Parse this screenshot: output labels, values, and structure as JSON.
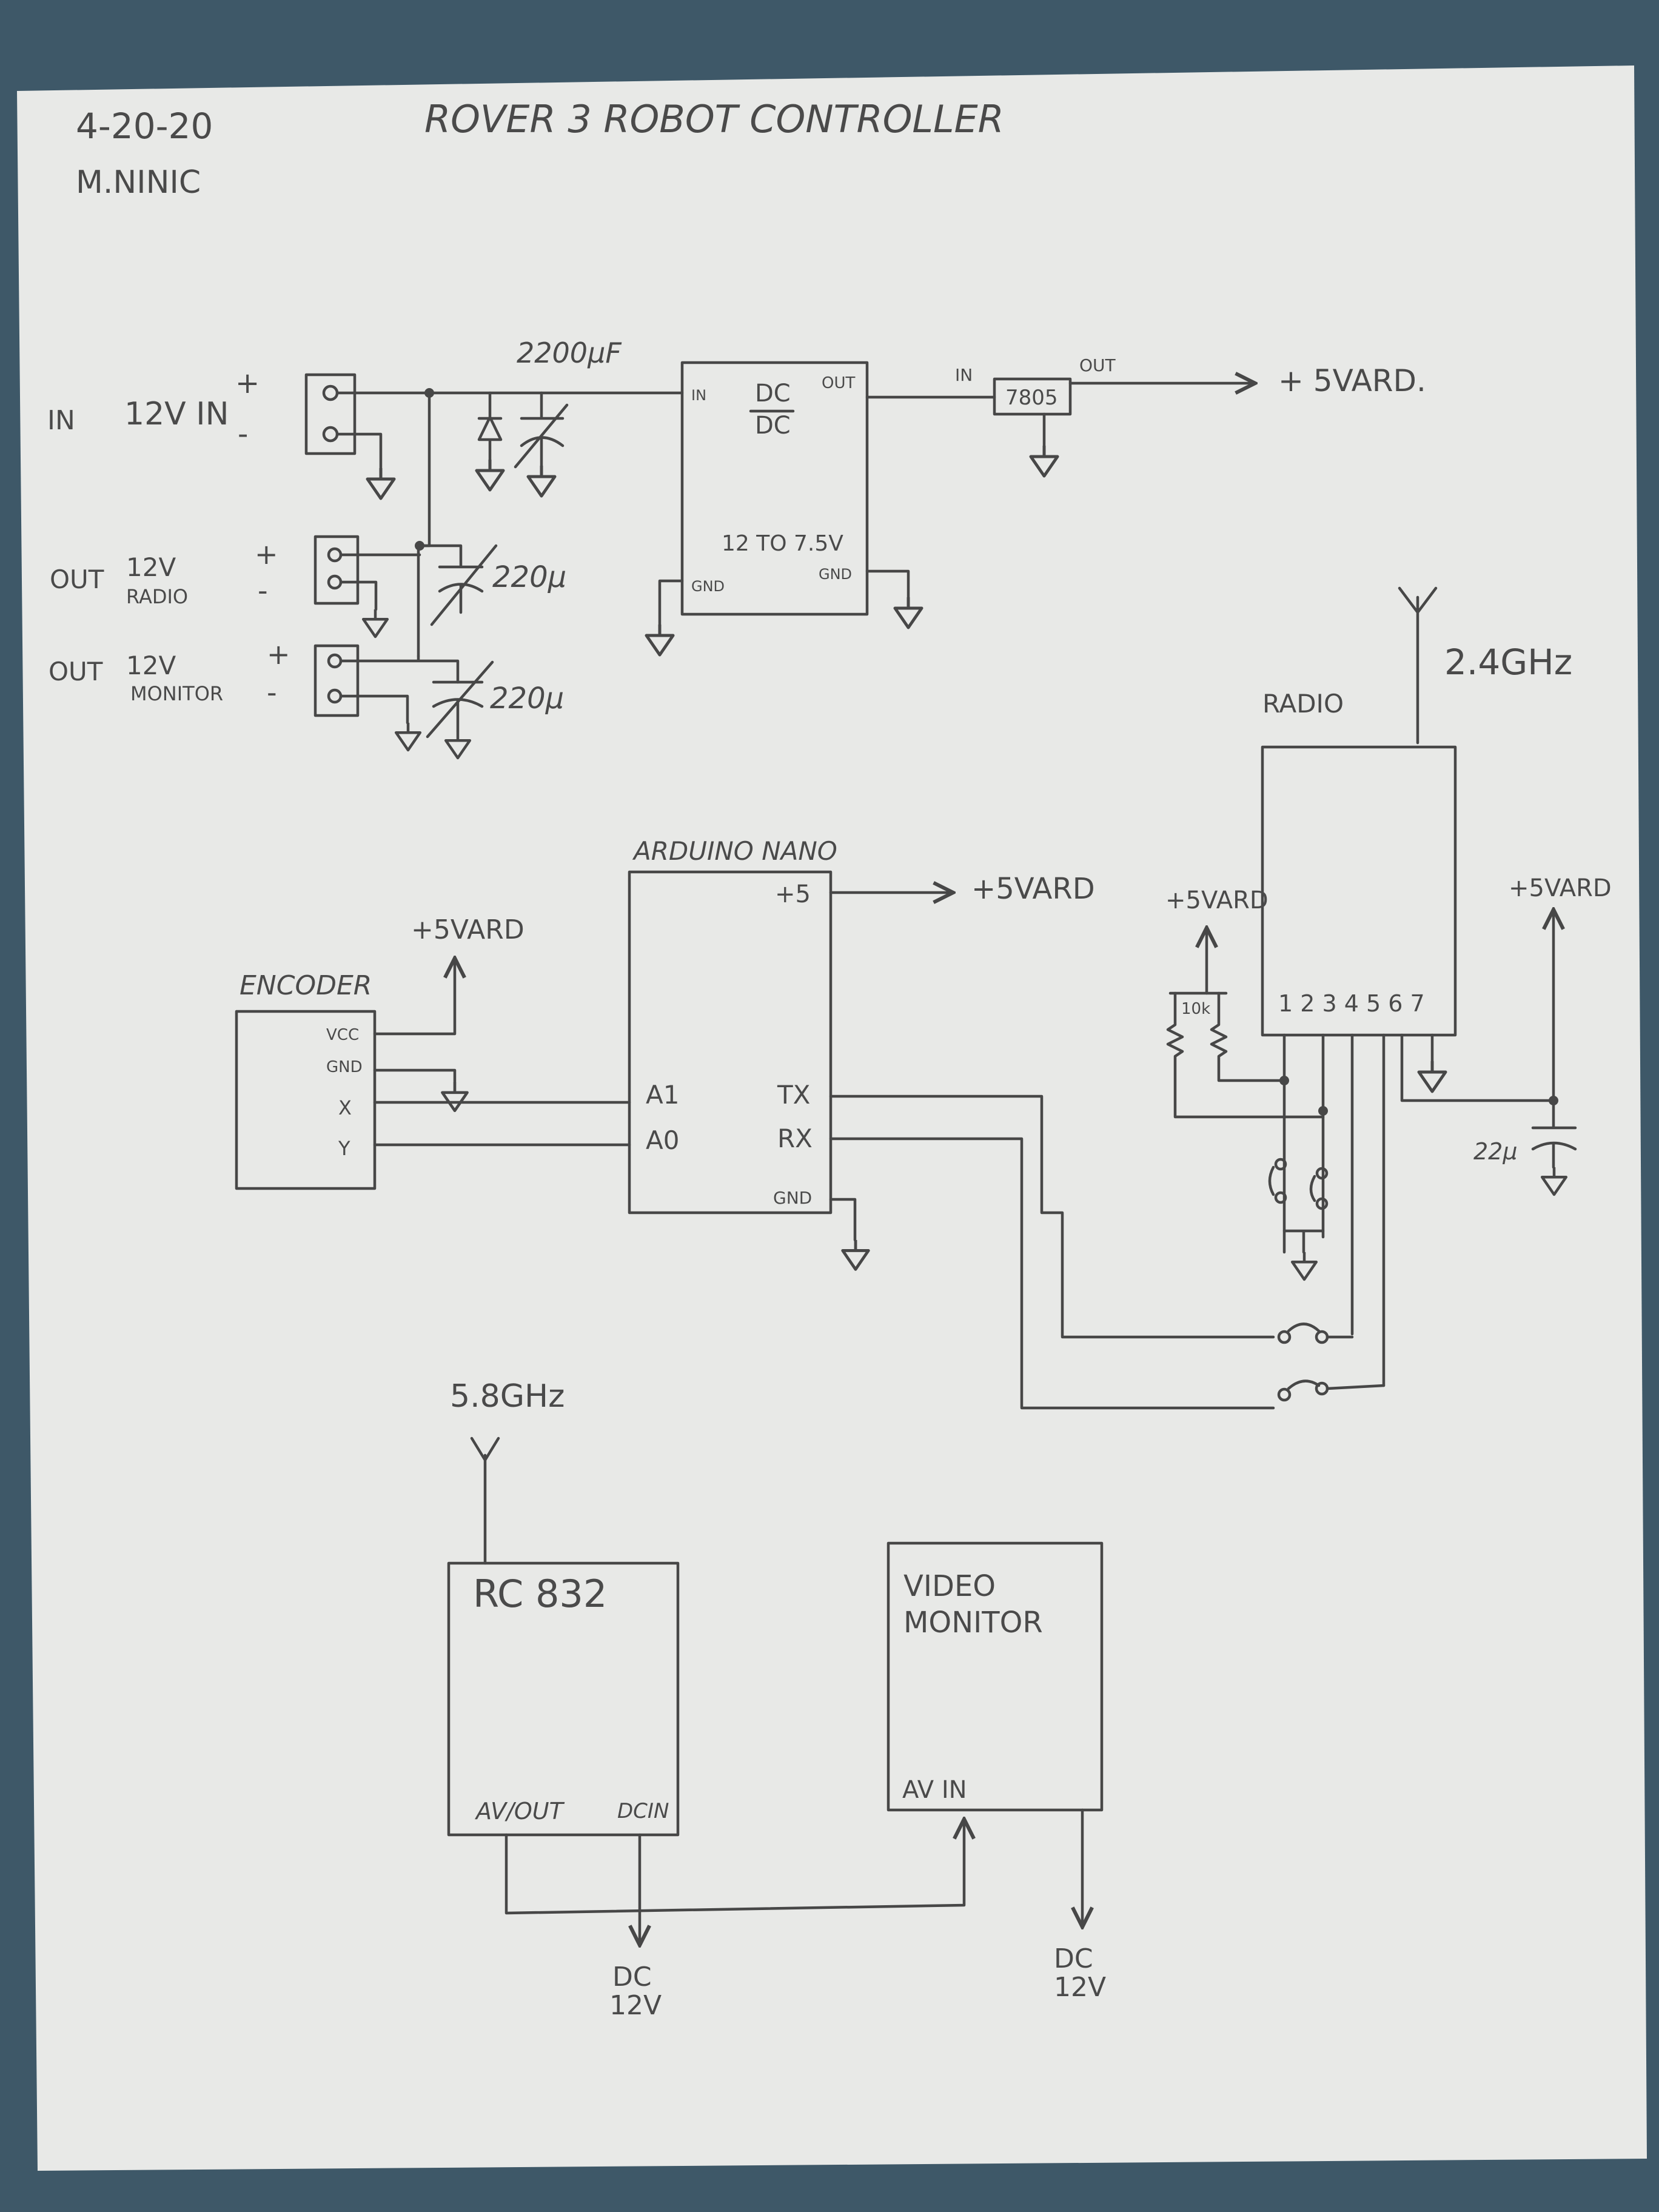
{
  "header": {
    "date": "4-20-20",
    "author": "M.NINIC",
    "title": "ROVER 3 ROBOT CONTROLLER"
  },
  "power": {
    "in_label": "IN",
    "in_12v": "12V IN",
    "plus": "+",
    "minus": "-",
    "cap_main": "2200µF",
    "out_radio_a": "OUT",
    "out_radio_b": "12V",
    "out_radio_c": "RADIO",
    "out_monitor_a": "OUT",
    "out_monitor_b": "12V",
    "out_monitor_c": "MONITOR",
    "cap_radio": "220µ",
    "cap_monitor": "220µ",
    "dcdc_in": "IN",
    "dcdc_top": "DC",
    "dcdc_bottom": "DC",
    "dcdc_out": "OUT",
    "dcdc_range": "12 TO 7.5V",
    "dcdc_gnd_left": "GND",
    "dcdc_gnd_right": "GND",
    "reg_in": "IN",
    "reg_name": "7805",
    "reg_out": "OUT",
    "reg_output": "+ 5VARD."
  },
  "radio": {
    "freq": "2.4GHz",
    "label": "RADIO",
    "pins": "1 2 3 4 5 6 7",
    "vcc_left": "+5VARD",
    "vcc_right": "+5VARD",
    "res_label": "10k",
    "cap_label": "22µ"
  },
  "arduino": {
    "label": "ARDUINO NANO",
    "pin_5v": "+5",
    "pin_5v_out": "+5VARD",
    "pin_a1": "A1",
    "pin_a0": "A0",
    "pin_tx": "TX",
    "pin_rx": "RX",
    "pin_gnd": "GND"
  },
  "encoder": {
    "label": "ENCODER",
    "vcc_out": "+5VARD",
    "pin_vcc": "VCC",
    "pin_gnd": "GND",
    "pin_x": "X",
    "pin_y": "Y"
  },
  "video": {
    "freq": "5.8GHz",
    "rx_label": "RC 832",
    "rx_av": "AV/OUT",
    "rx_dc": "DCIN",
    "mon_label_a": "VIDEO",
    "mon_label_b": "MONITOR",
    "mon_av": "AV IN",
    "dc_left_a": "DC",
    "dc_left_b": "12V",
    "dc_right_a": "DC",
    "dc_right_b": "12V"
  }
}
